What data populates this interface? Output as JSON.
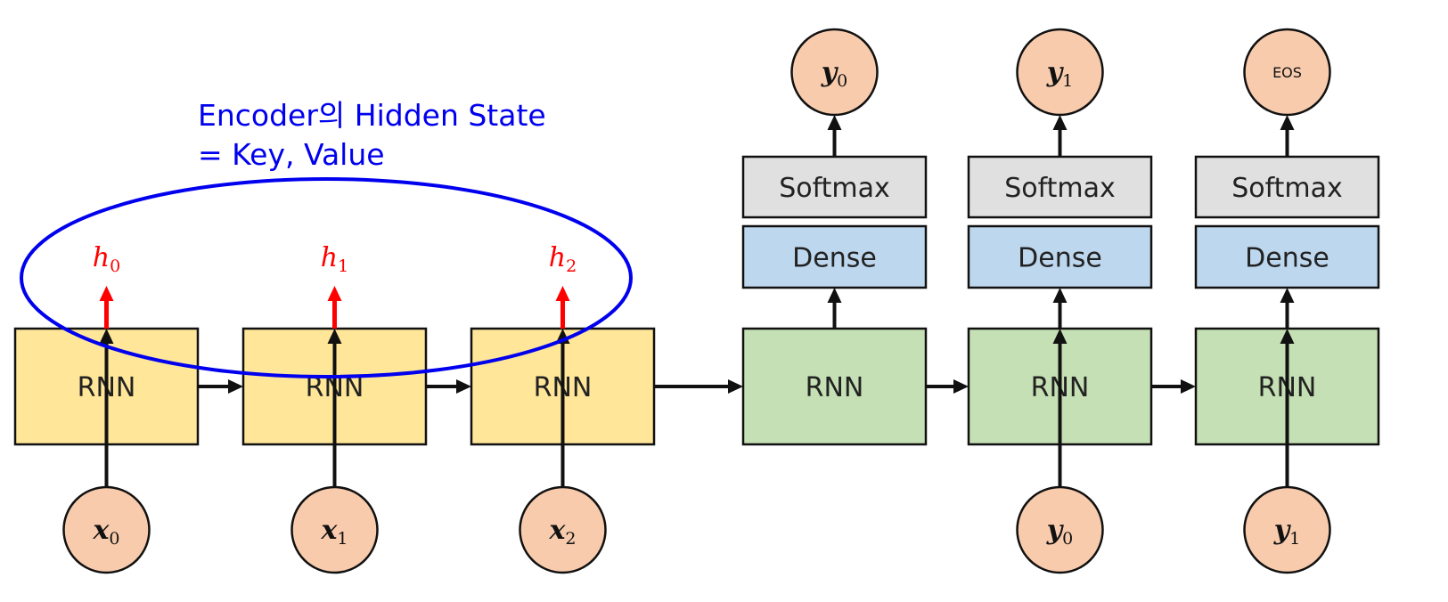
{
  "colors": {
    "encoder_box": "#ffe699",
    "decoder_box": "#c5e0b4",
    "dense_box": "#bdd7ee",
    "softmax_box": "#e0e0e0",
    "io_circle": "#f8cbad",
    "hidden_arrow": "#ff0000",
    "annotation": "#0000ee",
    "stroke": "#111111"
  },
  "annotation": {
    "line1": "Encoder의 Hidden State",
    "line2": "= Key, Value"
  },
  "encoder": {
    "cells": [
      {
        "label": "RNN",
        "input_var": "x",
        "input_sub": "0",
        "hidden_var": "h",
        "hidden_sub": "0"
      },
      {
        "label": "RNN",
        "input_var": "x",
        "input_sub": "1",
        "hidden_var": "h",
        "hidden_sub": "1"
      },
      {
        "label": "RNN",
        "input_var": "x",
        "input_sub": "2",
        "hidden_var": "h",
        "hidden_sub": "2"
      }
    ]
  },
  "decoder": {
    "cells": [
      {
        "label": "RNN",
        "dense_label": "Dense",
        "softmax_label": "Softmax",
        "output_var": "y",
        "output_sub": "0",
        "output_text": "",
        "input_var": "",
        "input_sub": ""
      },
      {
        "label": "RNN",
        "dense_label": "Dense",
        "softmax_label": "Softmax",
        "output_var": "y",
        "output_sub": "1",
        "output_text": "",
        "input_var": "y",
        "input_sub": "0"
      },
      {
        "label": "RNN",
        "dense_label": "Dense",
        "softmax_label": "Softmax",
        "output_var": "",
        "output_sub": "",
        "output_text": "EOS",
        "input_var": "y",
        "input_sub": "1"
      }
    ]
  }
}
